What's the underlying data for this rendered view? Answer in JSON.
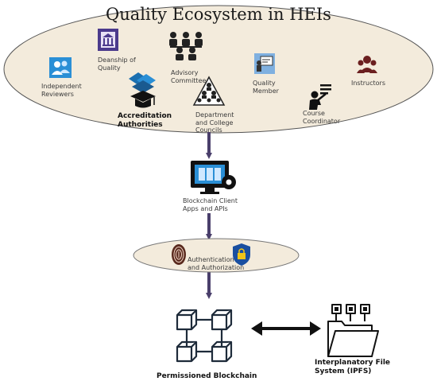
{
  "diagram": {
    "title": "Quality Ecosystem in HEIs",
    "stakeholders": {
      "independent_reviewers": "Independent\nReviewers",
      "deanship_of_quality": "Deanship of\nQuality",
      "advisory_committee": "Advisory\nCommittee",
      "accreditation_authorities": "Accreditation\nAuthorities",
      "department_and_college_councils": "Department\nand College\nCouncils",
      "quality_member": "Quality\nMember",
      "course_coordinator": "Course\nCoordinator",
      "instructors": "Instructors"
    },
    "client_apps": "Blockchain Client\nApps and APIs",
    "auth": "Authentication\nand Authorization",
    "blockchain": "Permissioned Blockchain",
    "ipfs": "Interplanatory File\nSystem (IPFS)",
    "colors": {
      "ellipse_fill": "#f3ebdc",
      "ellipse_stroke": "#555555",
      "flow_arrow": "#4a3f6b",
      "reviewer_blue": "#2a8fd6",
      "accreditation_blue": "#1a6fb0",
      "deanship_purple": "#4b3a8c"
    }
  }
}
